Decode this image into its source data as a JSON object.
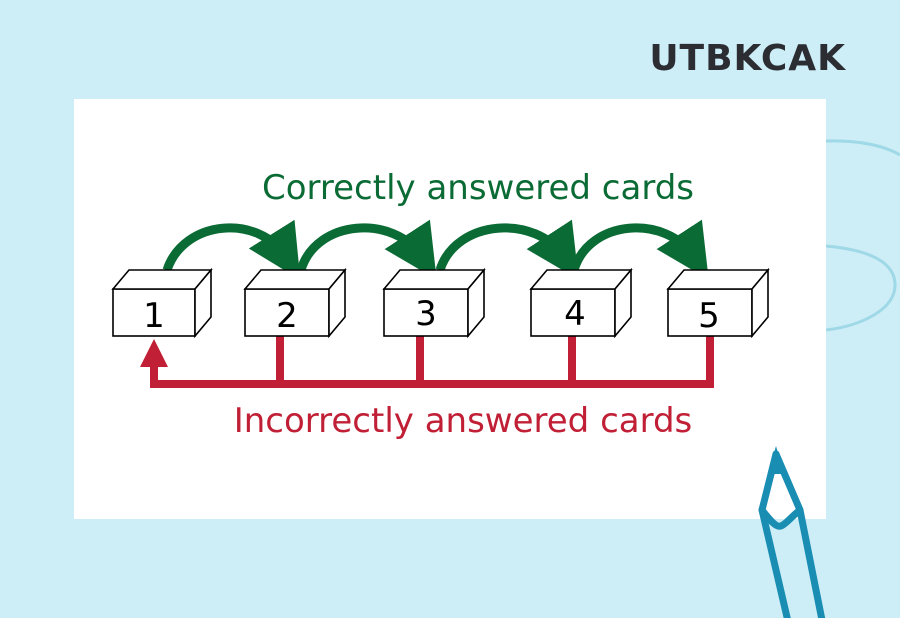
{
  "brand": {
    "name": "UTBKCAK"
  },
  "diagram": {
    "boxes": [
      "1",
      "2",
      "3",
      "4",
      "5"
    ],
    "correct_caption": "Correctly answered cards",
    "incorrect_caption": "Incorrectly answered cards"
  },
  "colors": {
    "background": "#cdeef7",
    "correct": "#0b6b35",
    "incorrect": "#c01f35",
    "brand_text": "#2b2d33",
    "pencil": "#1a8db3"
  },
  "icons": {
    "pencil": "pencil-icon"
  }
}
